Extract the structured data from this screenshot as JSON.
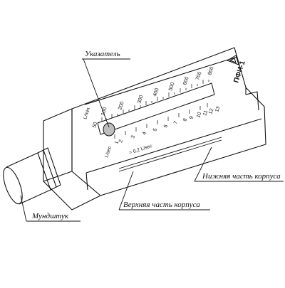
{
  "labels": {
    "indicator": "Указатель",
    "lower_body": "Нижняя часть корпуса",
    "upper_body": "Верхняя часть корпуса",
    "mouthpiece": "Мундштук"
  },
  "device_mark": "ПФИ-1",
  "scale_upper": {
    "unit": "L/min",
    "values": [
      "50",
      "100",
      "200",
      "300",
      "400",
      "500",
      "600",
      "700",
      "800"
    ]
  },
  "scale_lower": {
    "unit": "L/sec",
    "values": [
      "1",
      "2",
      "3",
      "4",
      "5",
      "6",
      "7",
      "8",
      "9",
      "10",
      "11",
      "12",
      "13"
    ],
    "division": "= 0,2 L/sec"
  }
}
